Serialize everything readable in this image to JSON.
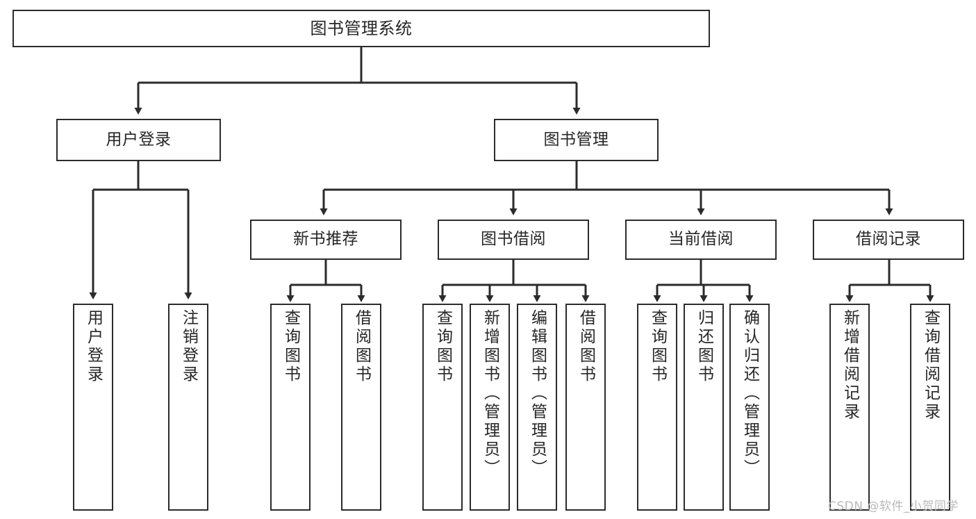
{
  "diagram": {
    "title": "图书管理系统",
    "type": "tree-hierarchy-chart",
    "watermark": "CSDN @软件_小贺同学",
    "colors": {
      "box_border": "#2b2b2b",
      "box_fill": "#ffffff",
      "edge": "#2b2b2b",
      "text": "#262626",
      "watermark": "#b9b9b9",
      "background": "#ffffff"
    },
    "levels": {
      "root": {
        "id": "root",
        "label": "图书管理系统"
      },
      "level2": [
        {
          "id": "user-login",
          "label": "用户登录"
        },
        {
          "id": "book-management",
          "label": "图书管理"
        }
      ],
      "level3": [
        {
          "id": "new-book-recommend",
          "label": "新书推荐",
          "parent": "book-management"
        },
        {
          "id": "book-borrow",
          "label": "图书借阅",
          "parent": "book-management"
        },
        {
          "id": "current-borrow",
          "label": "当前借阅",
          "parent": "book-management"
        },
        {
          "id": "borrow-record",
          "label": "借阅记录",
          "parent": "book-management"
        }
      ],
      "leaves": [
        {
          "id": "leaf-user-login",
          "label": "用户登录",
          "parent": "user-login"
        },
        {
          "id": "leaf-logout",
          "label": "注销登录",
          "parent": "user-login"
        },
        {
          "id": "leaf-query-book-1",
          "label": "查询图书",
          "parent": "new-book-recommend"
        },
        {
          "id": "leaf-borrow-book-1",
          "label": "借阅图书",
          "parent": "new-book-recommend"
        },
        {
          "id": "leaf-query-book-2",
          "label": "查询图书",
          "parent": "book-borrow"
        },
        {
          "id": "leaf-add-book",
          "label": "新增图书（管理员）",
          "parent": "book-borrow"
        },
        {
          "id": "leaf-edit-book",
          "label": "编辑图书（管理员）",
          "parent": "book-borrow"
        },
        {
          "id": "leaf-borrow-book-2",
          "label": "借阅图书",
          "parent": "book-borrow"
        },
        {
          "id": "leaf-query-book-3",
          "label": "查询图书",
          "parent": "current-borrow"
        },
        {
          "id": "leaf-return-book",
          "label": "归还图书",
          "parent": "current-borrow"
        },
        {
          "id": "leaf-confirm-return",
          "label": "确认归还（管理员）",
          "parent": "current-borrow"
        },
        {
          "id": "leaf-add-record",
          "label": "新增借阅记录",
          "parent": "borrow-record"
        },
        {
          "id": "leaf-query-record",
          "label": "查询借阅记录",
          "parent": "borrow-record"
        }
      ]
    }
  }
}
